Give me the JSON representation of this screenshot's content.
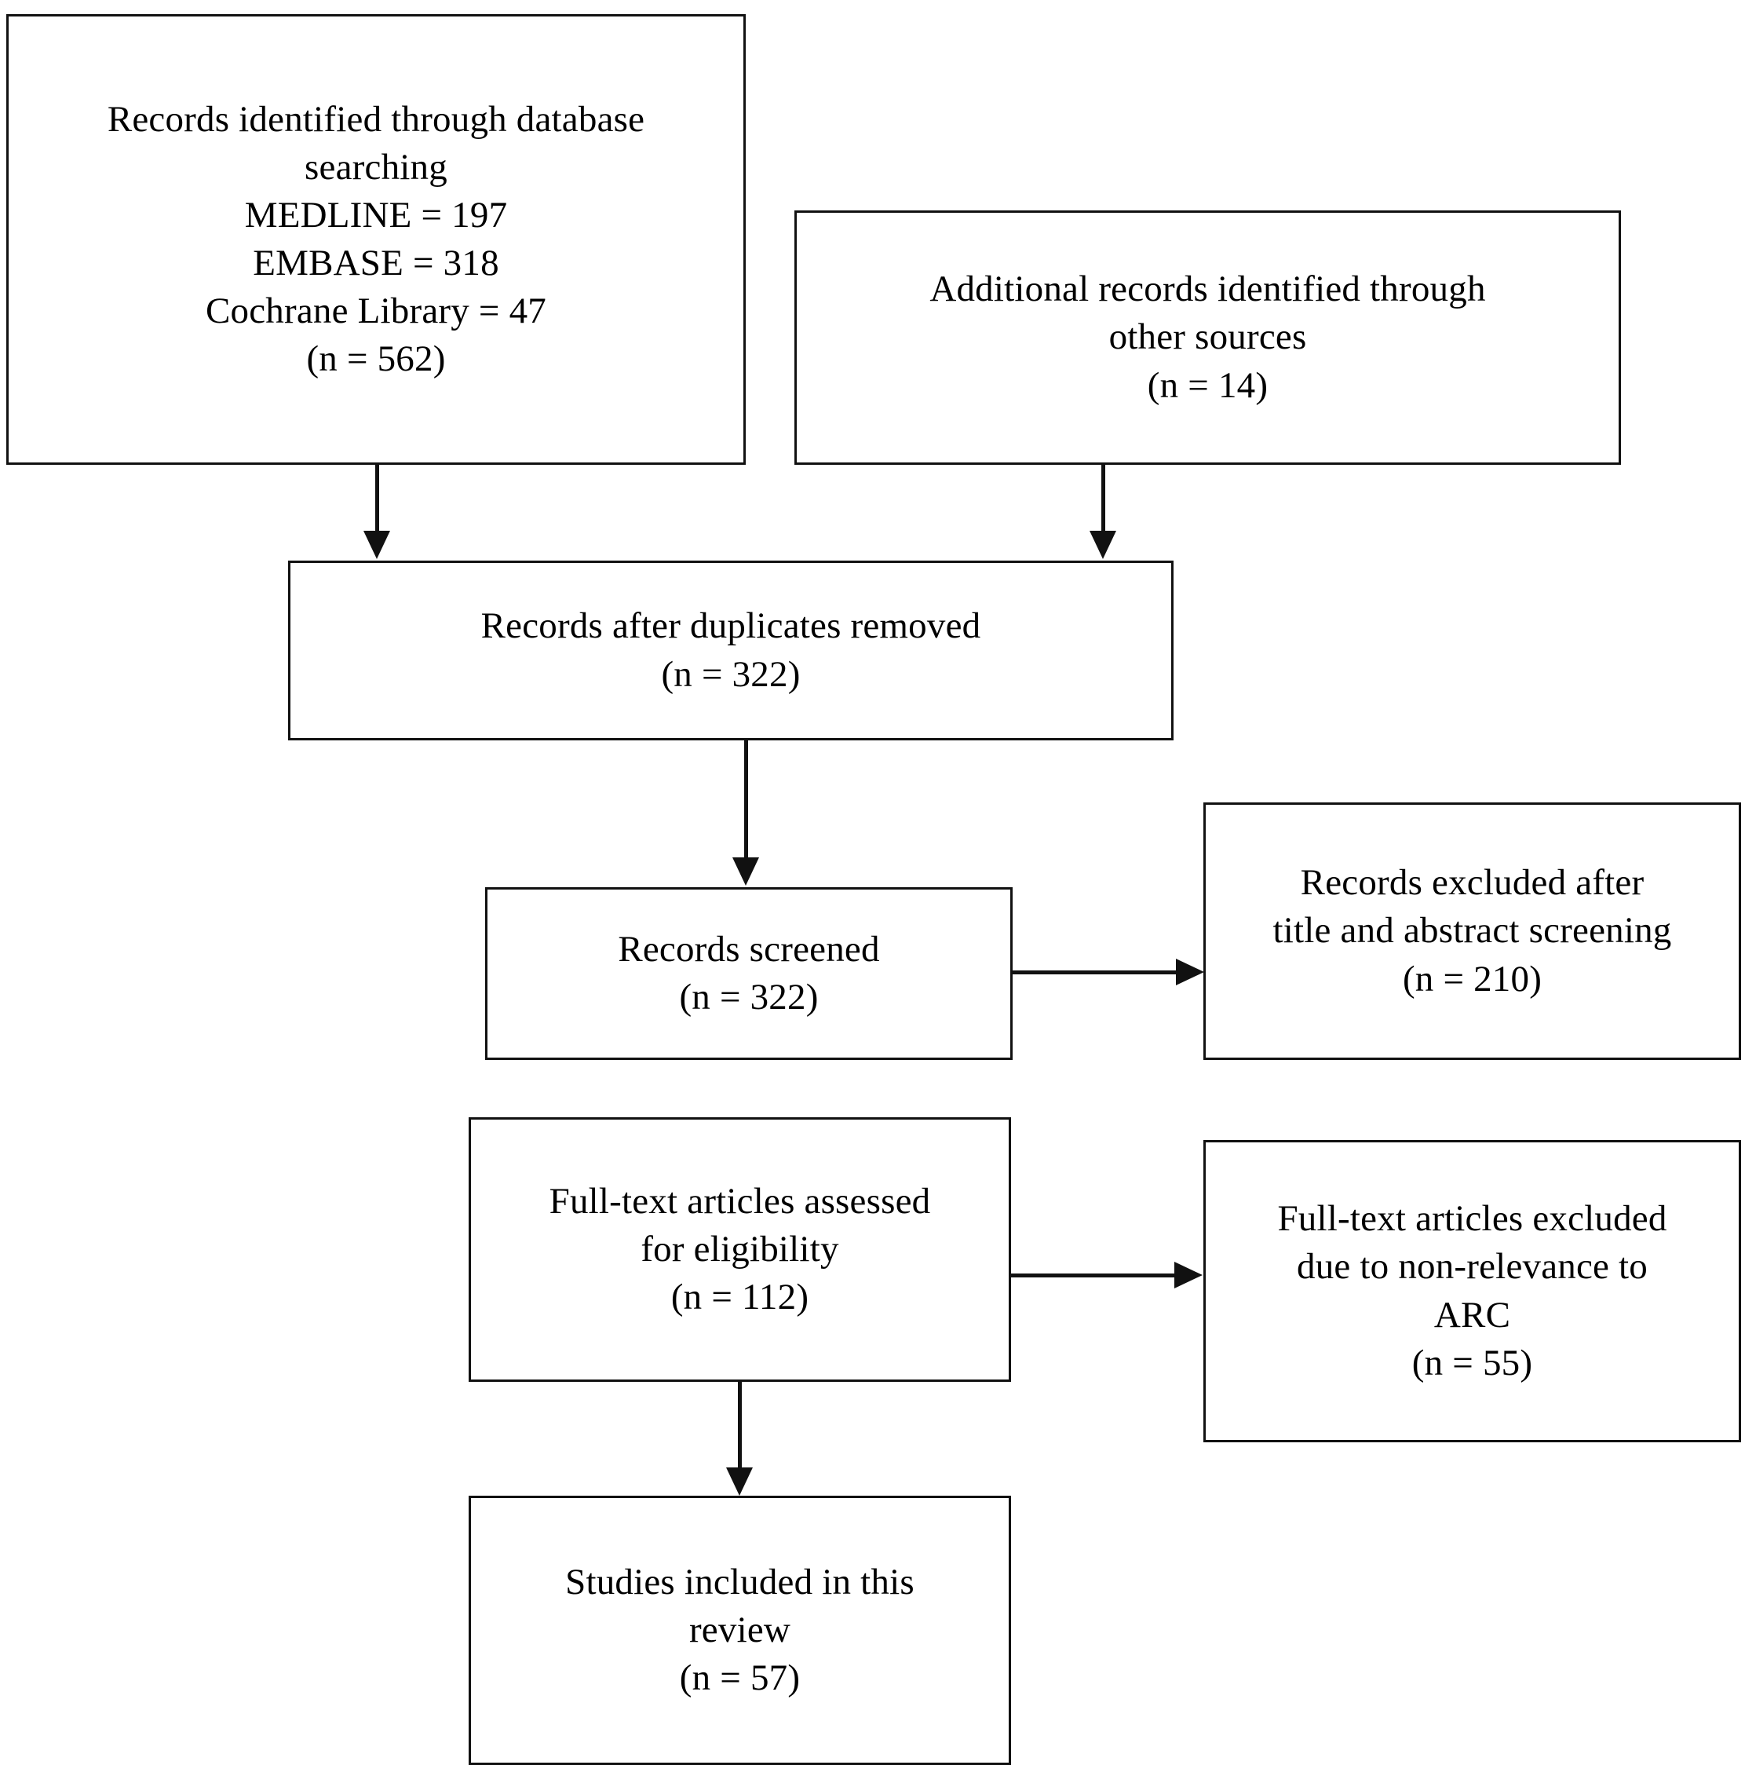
{
  "diagram": {
    "type": "prisma-flow-diagram",
    "background_color": "#ffffff",
    "box_border_color": "#111111",
    "text_color": "#000000",
    "nodes": {
      "database_search": {
        "lines": [
          "Records identified through database",
          "searching",
          "MEDLINE = 197",
          "EMBASE = 318",
          "Cochrane Library = 47",
          "(n = 562)"
        ],
        "count": 562,
        "sources": [
          {
            "name": "MEDLINE",
            "value": 197
          },
          {
            "name": "EMBASE",
            "value": 318
          },
          {
            "name": "Cochrane Library",
            "value": 47
          }
        ]
      },
      "other_sources": {
        "lines": [
          "Additional records identified through",
          "other sources",
          "(n = 14)"
        ],
        "count": 14
      },
      "duplicates_removed": {
        "lines": [
          "Records after duplicates removed",
          "(n = 322)"
        ],
        "count": 322
      },
      "records_screened": {
        "lines": [
          "Records screened",
          "(n = 322)"
        ],
        "count": 322
      },
      "records_excluded": {
        "lines": [
          "Records excluded after",
          "title and abstract screening",
          "(n = 210)"
        ],
        "count": 210
      },
      "fulltext_assessed": {
        "lines": [
          "Full-text articles assessed",
          "for eligibility",
          "(n = 112)"
        ],
        "count": 112
      },
      "fulltext_excluded": {
        "lines": [
          "Full-text articles excluded",
          "due to non-relevance to",
          "ARC",
          "(n = 55)"
        ],
        "count": 55
      },
      "studies_included": {
        "lines": [
          "Studies included in this",
          "review",
          "(n = 57)"
        ],
        "count": 57
      }
    },
    "edges": [
      {
        "from": "database_search",
        "to": "duplicates_removed",
        "direction": "down"
      },
      {
        "from": "other_sources",
        "to": "duplicates_removed",
        "direction": "down"
      },
      {
        "from": "duplicates_removed",
        "to": "records_screened",
        "direction": "down"
      },
      {
        "from": "records_screened",
        "to": "records_excluded",
        "direction": "right"
      },
      {
        "from": "fulltext_assessed",
        "to": "fulltext_excluded",
        "direction": "right"
      },
      {
        "from": "fulltext_assessed",
        "to": "studies_included",
        "direction": "down"
      }
    ]
  }
}
